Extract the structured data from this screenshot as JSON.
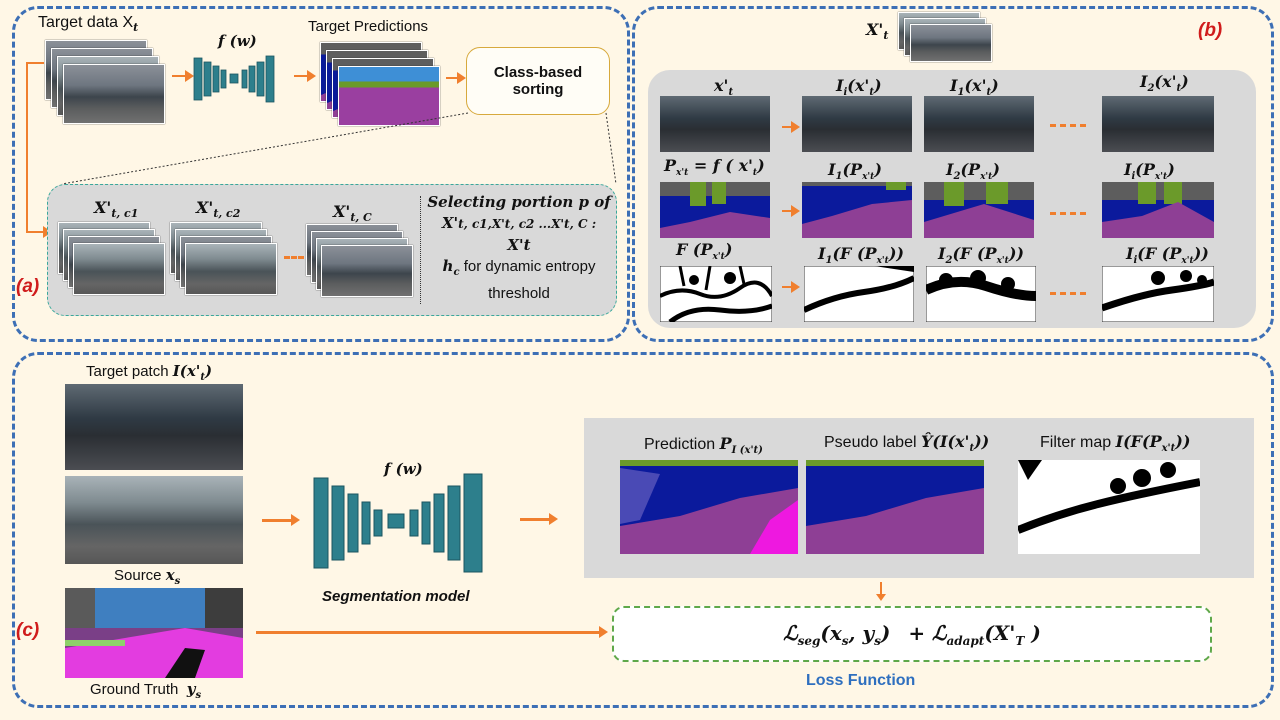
{
  "panel_a": {
    "target_data_label": "Target data X",
    "target_data_sub": "t",
    "fw_label": "f (w)",
    "target_predictions_label": "Target Predictions",
    "class_sorting_label": "Class-based sorting",
    "class_cols": [
      {
        "label": "X'",
        "sub": "t, c1"
      },
      {
        "label": "X'",
        "sub": "t, c2"
      },
      {
        "label": "X'",
        "sub": "t, C"
      }
    ],
    "select_text_1": "Selecting portion p of",
    "select_text_2": "X'",
    "select_text_2_tail": "t, c1,X't, c2 ...X't, C :",
    "select_text_3": "X't",
    "select_text_4": "h",
    "select_text_4_sub": "c",
    "select_text_4_tail": " for dynamic entropy",
    "select_text_5": "threshold",
    "tag": "(a)"
  },
  "panel_b": {
    "tag": "(b)",
    "top_label": "X'",
    "top_label_sub": "t",
    "row1": [
      "x'",
      "I i(x' t)",
      "I 1(x' t)",
      "I 2(x' t)"
    ],
    "row1_labels": {
      "c0": "x'",
      "c0_sub": "t",
      "c1": "I",
      "c1_sub": "i",
      "c1_tail": "(x'",
      "c1_tail_sub": "t",
      "c2": "I",
      "c2_sub": "1",
      "c3": "I",
      "c3_sub": "2"
    },
    "row2_labels": {
      "c0": "P",
      "c0_sub": "x't",
      "c0_tail": " = f ( x'",
      "c0_tail_sub": "t",
      "c1": "I",
      "c1_sub": "1",
      "c2": "I",
      "c2_sub": "2",
      "c3": "I",
      "c3_sub": "i",
      "inner": "(P",
      "inner_sub": "x't"
    },
    "row3_labels": {
      "c0": "F (P",
      "c0_sub": "x't",
      "c1": "I",
      "c1_sub": "1",
      "c2": "I",
      "c2_sub": "2",
      "c3": "I",
      "c3_sub": "i",
      "inner": "(F (P",
      "inner_sub": "x't"
    }
  },
  "panel_c": {
    "tag": "(c)",
    "target_patch_label": "Target patch",
    "target_patch_math": "I(x'",
    "target_patch_sub": "t",
    "source_label": "Source",
    "source_math": "x",
    "source_sub": "s",
    "gt_label": "Ground Truth",
    "gt_math": "y",
    "gt_sub": "s",
    "fw_label": "f (w)",
    "model_label": "Segmentation model",
    "prediction_label": "Prediction",
    "prediction_math": "P",
    "prediction_sub": "I (x't)",
    "pseudo_label": "Pseudo label",
    "pseudo_math": "Ŷ(I(x'",
    "pseudo_sub": "t",
    "filter_label": "Filter map",
    "filter_math": "I(F(P",
    "filter_sub": "x't",
    "loss_seg": "ℒ",
    "loss_seg_sub": "seg",
    "loss_seg_args": "(x",
    "loss_seg_args_sub": "s",
    "loss_seg_args_tail": ", y",
    "loss_seg_args_tail_sub": "s",
    "loss_adapt": "+ ℒ",
    "loss_adapt_sub": "adapt",
    "loss_adapt_args": "(X'",
    "loss_adapt_args_sub": "T",
    "loss_function_label": "Loss Function"
  },
  "colors": {
    "panel_border": "#3d6fb5",
    "arrow": "#f07f2e",
    "tag": "#d01c1c",
    "teal": "#2d7f8c",
    "loss_border": "#5fa84a",
    "loss_title": "#2e6fbf"
  }
}
